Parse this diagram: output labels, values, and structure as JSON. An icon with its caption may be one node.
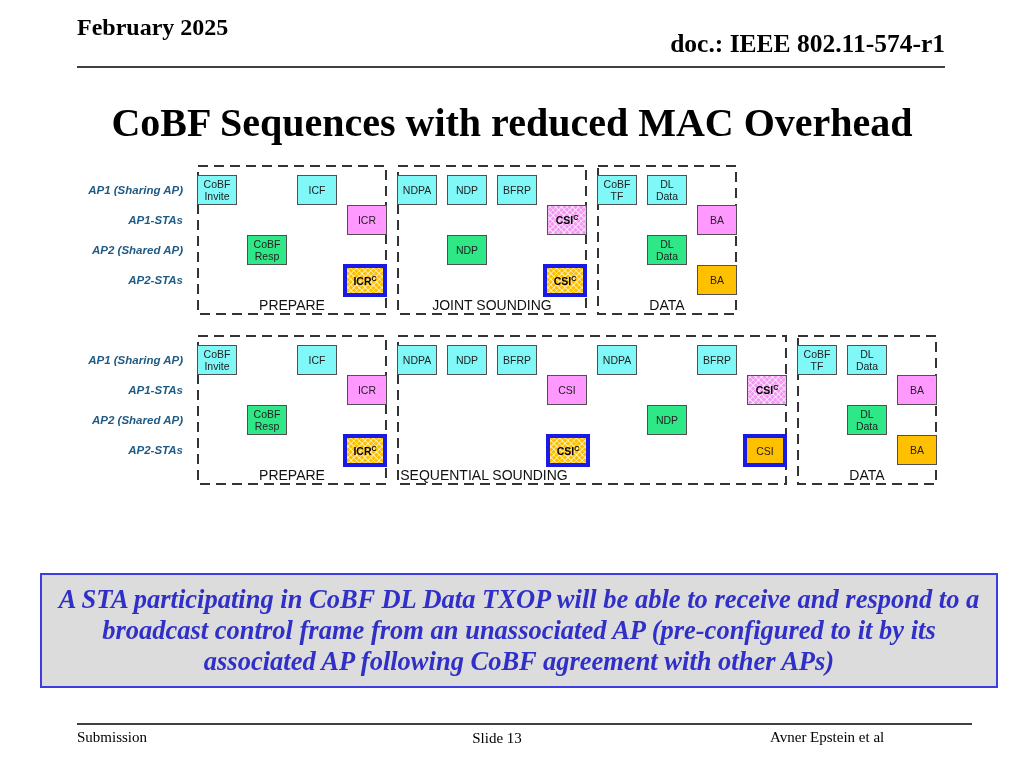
{
  "diagram": {
    "title": "CoBF Sequences with reduced MAC Overhead",
    "nodes": [
      {
        "text": [
          "PREPARE"
        ]
      },
      {
        "text": [
          "CoBF Invite"
        ],
        "in": 0
      },
      {
        "text": [
          "ICF"
        ],
        "in": 0
      },
      {
        "text": [
          "ICR"
        ],
        "in": 0
      },
      {
        "text": [
          "CoBF Resp"
        ],
        "in": 0
      },
      {
        "text": [
          "ICR$^{C}$"
        ],
        "in": 0
      },
      {
        "text": [
          "JOINT SOUNDING"
        ]
      },
      {
        "text": [
          "NDPA"
        ],
        "in": 6
      },
      {
        "text": [
          "NDP"
        ],
        "in": 6
      },
      {
        "text": [
          "BFRP"
        ],
        "in": 6
      },
      {
        "text": [
          "CSI$^{C}$"
        ],
        "in": 6
      },
      {
        "text": [
          "NDP"
        ],
        "in": 6
      },
      {
        "text": [
          "CSI$^{C}$"
        ],
        "in": 6
      },
      {
        "text": [
          "DATA"
        ]
      },
      {
        "text": [
          "CoBF TF"
        ],
        "in": 13
      },
      {
        "text": [
          "DL Data"
        ],
        "in": 13
      },
      {
        "text": [
          "BA"
        ],
        "in": 13
      },
      {
        "text": [
          "DL Data"
        ],
        "in": 13
      },
      {
        "text": [
          "BA"
        ],
        "in": 13
      },
      {
        "text": [
          "PREPARE"
        ]
      },
      {
        "text": [
          "CoBF Invite"
        ],
        "in": 19
      },
      {
        "text": [
          "ICF"
        ],
        "in": 19
      },
      {
        "text": [
          "ICR"
        ],
        "in": 19
      },
      {
        "text": [
          "CoBF Resp"
        ],
        "in": 19
      },
      {
        "text": [
          "ICR$^{C}$"
        ],
        "in": 19
      },
      {
        "text": [
          "SEQUENTIAL SOUNDING"
        ]
      },
      {
        "text": [
          "NDPA"
        ],
        "in": 25
      },
      {
        "text": [
          "NDP"
        ],
        "in": 25
      },
      {
        "text": [
          "BFRP"
        ],
        "in": 25
      },
      {
        "text": [
          "NDPA"
        ],
        "in": 25
      },
      {
        "text": [
          "BFRP"
        ],
        "in": 25
      },
      {
        "text": [
          "CSI"
        ],
        "in": 25
      },
      {
        "text": [
          "CSI$^{C}$"
        ],
        "in": 25
      },
      {
        "text": [
          "NDP"
        ],
        "in": 25
      },
      {
        "text": [
          "CSI$^{C}$"
        ],
        "in": 25
      },
      {
        "text": [
          "CSI"
        ],
        "in": 25
      },
      {
        "text": [
          "DATA"
        ]
      },
      {
        "text": [
          "CoBF TF"
        ],
        "in": 36
      },
      {
        "text": [
          "DL Data"
        ],
        "in": 36
      },
      {
        "text": [
          "BA"
        ],
        "in": 36
      },
      {
        "text": [
          "DL Data"
        ],
        "in": 36
      },
      {
        "text": [
          "BA"
        ],
        "in": 36
      },
      {
        "text": [
          "A STA participating in CoBF DL Data TXOP will be able to receive and respond to a broadcast control frame from an unassociated AP (pre-configured to it by its associated AP following CoBF agreement with other APs)"
        ]
      }
    ],
    "labels": [
      "February 2025",
      "doc.: IEEE 802.11-574-r1",
      "AP1 (Sharing AP)",
      "AP1-STAs",
      "AP2 (Shared AP)",
      "AP2-STAs",
      "AP1 (Sharing AP)",
      "AP1-STAs",
      "AP2 (Shared AP)",
      "AP2-STAs",
      "Submission",
      "Slide 13",
      "Avner Epstein et al"
    ]
  }
}
